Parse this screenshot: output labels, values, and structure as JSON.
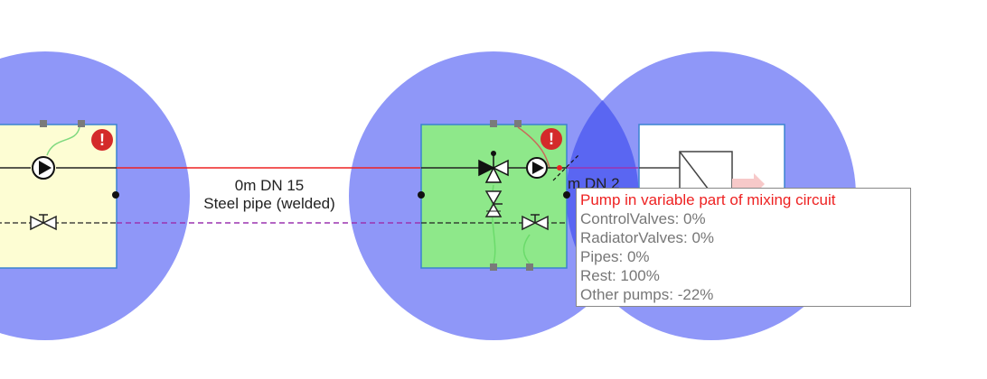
{
  "pipe_segment_1": {
    "length_dn": "0m DN 15",
    "material": "Steel pipe (welded)"
  },
  "pipe_segment_2": {
    "length_dn_partial": "m DN 2"
  },
  "tooltip": {
    "title": "Pump in variable part of mixing circuit",
    "lines": [
      "ControlValves: 0%",
      "RadiatorValves: 0%",
      "Pipes: 0%",
      "Rest: 100%",
      "Other pumps: -22%"
    ]
  },
  "badges": {
    "warning_symbol": "!"
  },
  "colors": {
    "circle_fill": "#8f97f8",
    "circle_overlap": "#5a66f2",
    "box_yellow": "#fdfdd3",
    "box_green": "#8ee88a",
    "box_border": "#3a83d0",
    "supply_line": "#ee2222",
    "return_line": "#9b33b0",
    "warning_red": "#d42a2a",
    "tooltip_title": "#ee2222",
    "tooltip_text": "#777777"
  }
}
